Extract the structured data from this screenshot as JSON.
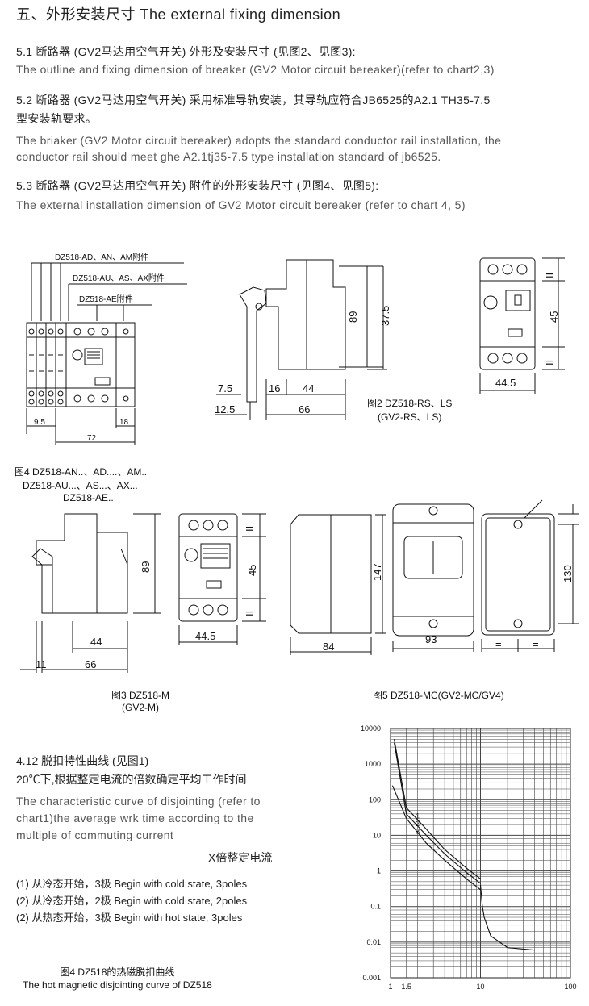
{
  "heading": "五、外形安装尺寸 The external fixing dimension",
  "s51_cn": "5.1 断路器 (GV2马达用空气开关) 外形及安装尺寸 (见图2、见图3):",
  "s51_en": "The outline and fixing dimension of breaker (GV2 Motor circuit bereaker)(refer to chart2,3)",
  "s52_cn_1": "5.2 断路器 (GV2马达用空气开关) 采用标准导轨安装，其导轨应符合JB6525的A2.1 TH35-7.5",
  "s52_cn_2": "型安装轨要求。",
  "s52_en_1": "The briaker (GV2 Motor circuit bereaker) adopts the standard conductor rail installation,  the",
  "s52_en_2": "conductor rail should meet ghe A2.1tj35-7.5 type installation standard of jb6525.",
  "s53_cn": "5.3 断路器 (GV2马达用空气开关) 附件的外形安装尺寸 (见图4、见图5):",
  "s53_en": "The external installation dimension of GV2 Motor circuit bereaker (refer to chart 4, 5)",
  "fig4_labels": {
    "ad": "DZ518-AD、AN、AM附件",
    "au": "DZ518-AU、AS、AX附件",
    "ae": "DZ518-AE附件",
    "d95": "9.5",
    "d18": "18",
    "d72": "72"
  },
  "fig4_caption": [
    "图4 DZ518-AN..、AD....、AM..",
    "DZ518-AU...、AS...、AX...",
    "DZ518-AE.."
  ],
  "fig2_dims": {
    "d89": "89",
    "d375": "37.5",
    "d75": "7.5",
    "d16": "16",
    "d44": "44",
    "d125": "12.5",
    "d66": "66"
  },
  "fig2_caption": [
    "图2 DZ518-RS、LS",
    "(GV2-RS、LS)"
  ],
  "fig2_front_dims": {
    "d45": "45",
    "d445": "44.5",
    "mark": "II"
  },
  "fig3_dims": {
    "d89": "89",
    "d44": "44",
    "d11": "11",
    "d66": "66",
    "d45": "45",
    "d445": "44.5",
    "mark": "II"
  },
  "fig3_caption": [
    "图3 DZ518-M",
    "(GV2-M)"
  ],
  "fig5_dims": {
    "d147": "147",
    "d84": "84",
    "d93": "93",
    "d130": "130",
    "eq": "="
  },
  "fig5_caption": "图5 DZ518-MC(GV2-MC/GV4)",
  "s412_cn_1": "4.12 脱扣特性曲线 (见图1)",
  "s412_cn_2": "20℃下,根据整定电流的倍数确定平均工作时间",
  "s412_en": [
    "The characteristic curve of disjointing (refer to",
    "chart1)the average wrk time according to the",
    "multiple of commuting current"
  ],
  "x_label": "X倍整定电流",
  "legend_items": [
    "(1) 从冷态开始，3极 Begin with cold state, 3poles",
    "(2) 从冷态开始，2极 Begin with cold state, 2poles",
    "(2) 从热态开始，3极 Begin with hot state, 3poles"
  ],
  "chart_caption": [
    "图4 DZ518的热磁脱扣曲线",
    "The hot magnetic disjointing curve of DZ518"
  ],
  "chart_data": {
    "type": "line",
    "title": "",
    "xlabel": "X倍整定电流",
    "ylabel": "",
    "x_scale": "log",
    "y_scale": "log",
    "xlim": [
      1,
      100
    ],
    "ylim": [
      0.001,
      10000
    ],
    "x_ticks": [
      "1",
      "1.5",
      "10",
      "100"
    ],
    "y_ticks": [
      "10000",
      "1000",
      "100",
      "10",
      "1",
      "0.1",
      "0.01",
      "0.001"
    ],
    "curve_labels": [
      "1",
      "2",
      "3"
    ],
    "grid": true,
    "series": [
      {
        "name": "1",
        "x": [
          1.1,
          1.5,
          2.5,
          4,
          7,
          10
        ],
        "y": [
          5000,
          60,
          15,
          4,
          1.2,
          0.6
        ]
      },
      {
        "name": "2",
        "x": [
          1.1,
          1.5,
          2.5,
          4,
          7,
          10
        ],
        "y": [
          4000,
          40,
          10,
          3,
          0.9,
          0.45
        ]
      },
      {
        "name": "3",
        "x": [
          1.05,
          1.5,
          2.5,
          4,
          7,
          10
        ],
        "y": [
          250,
          30,
          6,
          2,
          0.6,
          0.3
        ]
      },
      {
        "name": "",
        "x": [
          10,
          10.5,
          11,
          13,
          20,
          40
        ],
        "y": [
          0.4,
          0.1,
          0.05,
          0.015,
          0.007,
          0.006
        ]
      }
    ]
  }
}
